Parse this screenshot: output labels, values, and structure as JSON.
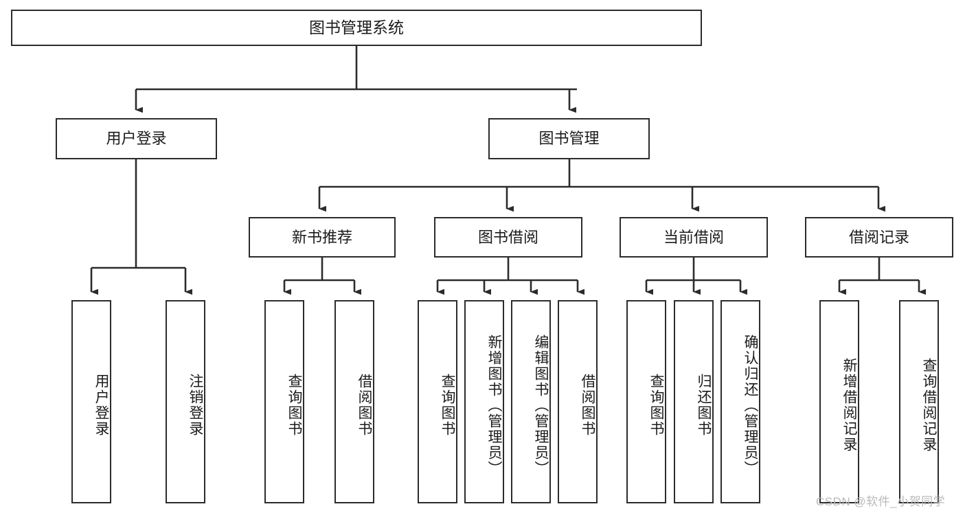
{
  "diagram": {
    "title": "图书管理系统",
    "type": "hierarchy-tree",
    "root": {
      "label": "图书管理系统"
    },
    "level2": [
      {
        "label": "用户登录"
      },
      {
        "label": "图书管理"
      }
    ],
    "level3": [
      {
        "label": "新书推荐"
      },
      {
        "label": "图书借阅"
      },
      {
        "label": "当前借阅"
      },
      {
        "label": "借阅记录"
      }
    ],
    "leaves": {
      "user_login": [
        {
          "label": "用户登录"
        },
        {
          "label": "注销登录"
        }
      ],
      "new_book_recommend": [
        {
          "label": "查询图书"
        },
        {
          "label": "借阅图书"
        }
      ],
      "book_borrow": [
        {
          "label": "查询图书"
        },
        {
          "label": "新增图书（管理员）"
        },
        {
          "label": "编辑图书（管理员）"
        },
        {
          "label": "借阅图书"
        }
      ],
      "current_borrow": [
        {
          "label": "查询图书"
        },
        {
          "label": "归还图书"
        },
        {
          "label": "确认归还（管理员）"
        }
      ],
      "borrow_record": [
        {
          "label": "新增借阅记录"
        },
        {
          "label": "查询借阅记录"
        }
      ]
    }
  },
  "watermark": {
    "text": "CSDN @软件_小贺同学"
  },
  "colors": {
    "stroke": "#2b2b2b",
    "box_fill": "#ffffff",
    "text": "#1b1b1b",
    "watermark": "#b9b9b9",
    "background": "#ffffff"
  }
}
